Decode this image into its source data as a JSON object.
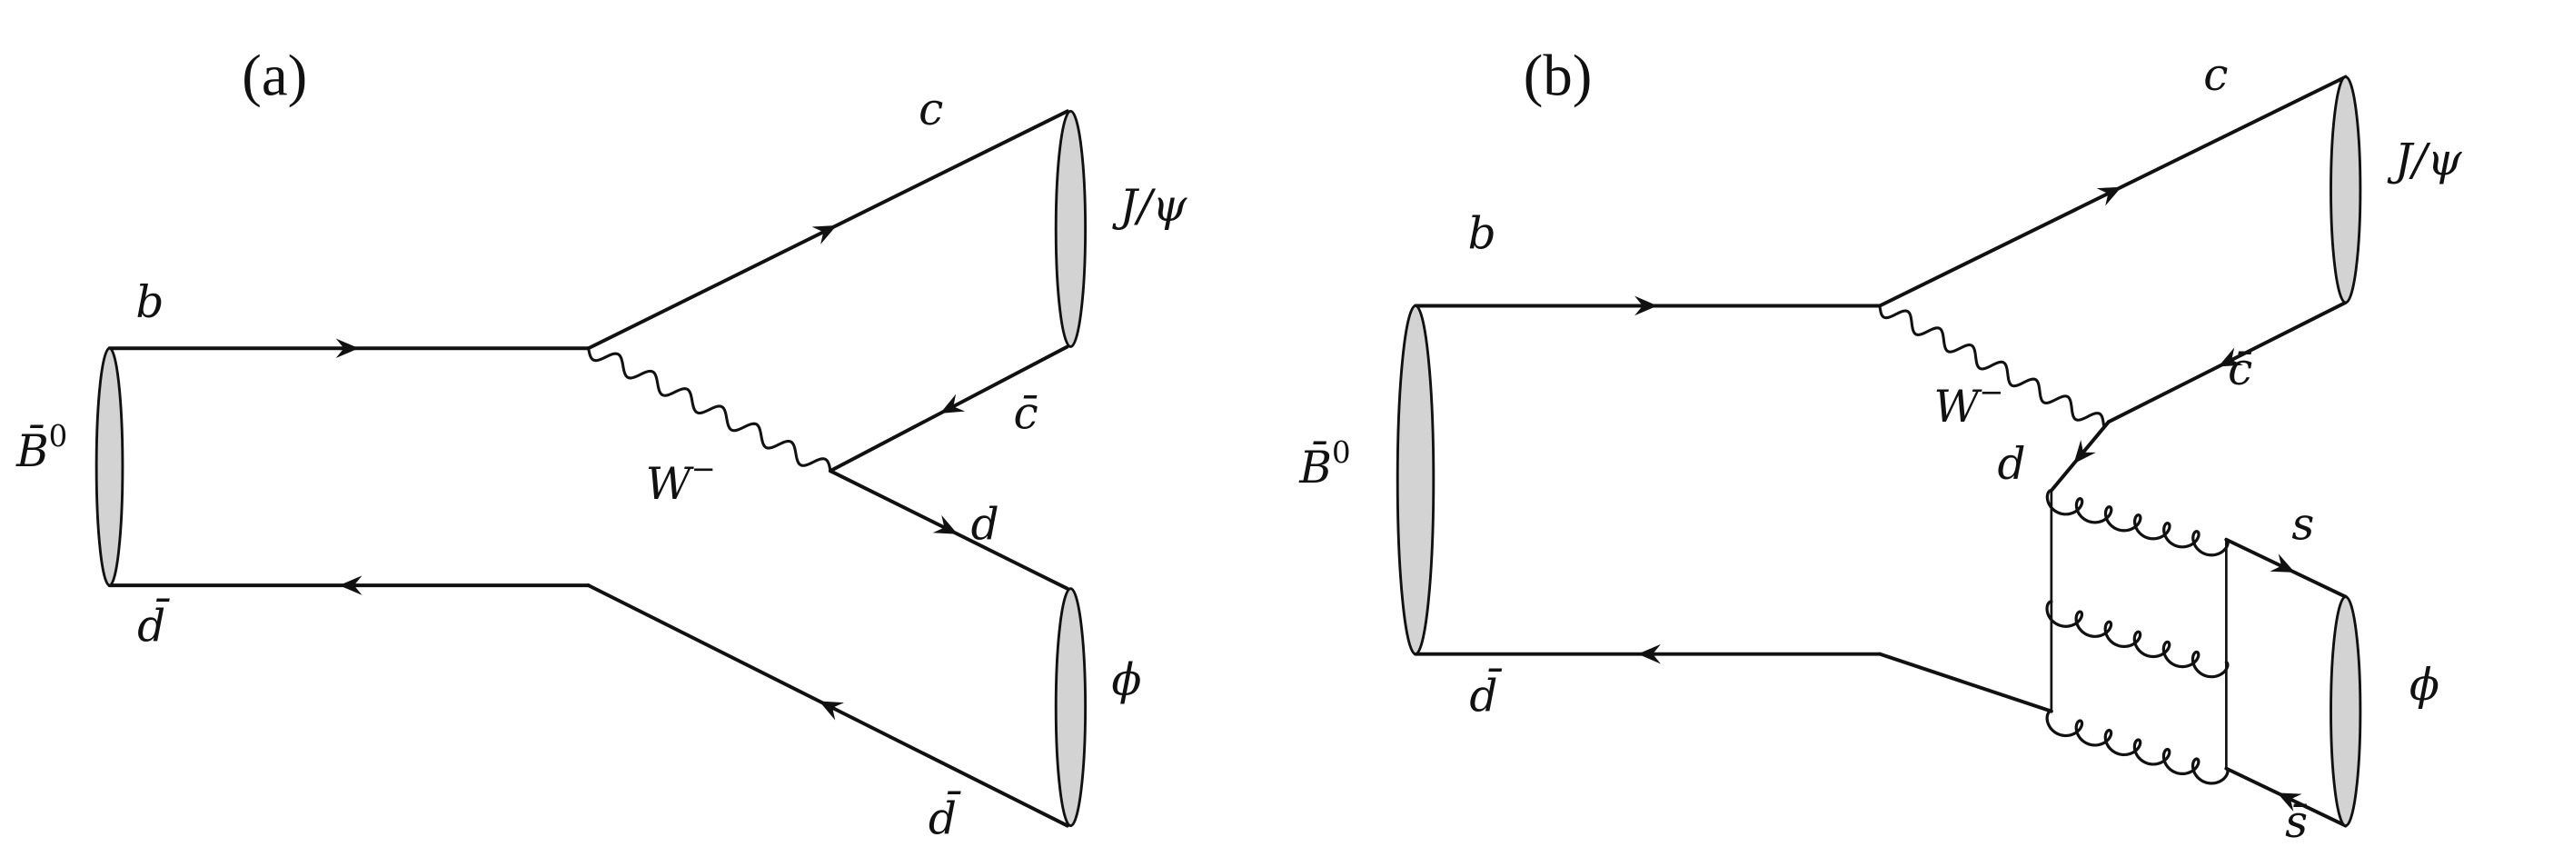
{
  "colors": {
    "line": "#111111",
    "meson_fill": "#d3d3d3",
    "background": "#ffffff"
  },
  "diagram_a": {
    "title": "(a)",
    "labels": {
      "b": "b",
      "B0": "B̄",
      "B0_sup": "0",
      "dbar_in": "d̄",
      "c": "c",
      "jpsi": "J/ψ",
      "cbar": "c̄",
      "W": "W",
      "W_sup": "−",
      "d": "d",
      "phi": "ϕ",
      "dbar_out": "d̄"
    }
  },
  "diagram_b": {
    "title": "(b)",
    "labels": {
      "b": "b",
      "B0": "B̄",
      "B0_sup": "0",
      "dbar_in": "d̄",
      "c": "c",
      "jpsi": "J/ψ",
      "cbar": "c̄",
      "W": "W",
      "W_sup": "−",
      "d": "d",
      "s": "s",
      "phi": "ϕ",
      "sbar": "s̄"
    }
  }
}
